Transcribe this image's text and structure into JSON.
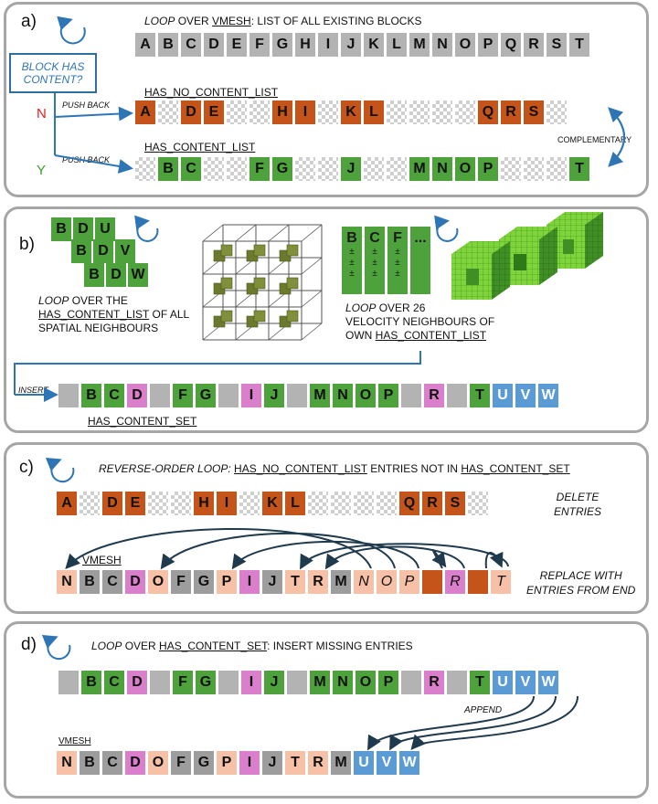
{
  "panel_a": {
    "label": "a)",
    "loop_word": "LOOP",
    "title_mid": " OVER ",
    "title_vmesh": "VMESH",
    "title_rest": ": LIST  OF ALL EXISTING BLOCKS",
    "question": "BLOCK HAS CONTENT?",
    "n_label": "N",
    "y_label": "Y",
    "push_back_1": "PUSH BACK",
    "push_back_2": "PUSH BACK",
    "no_content_list": "HAS_NO_CONTENT_LIST",
    "content_list": "HAS_CONTENT_LIST",
    "complementary": "COMPLEMENTARY",
    "all_blocks": [
      "A",
      "B",
      "C",
      "D",
      "E",
      "F",
      "G",
      "H",
      "I",
      "J",
      "K",
      "L",
      "M",
      "N",
      "O",
      "P",
      "Q",
      "R",
      "S",
      "T"
    ],
    "no_content_cells": [
      "A",
      "",
      "D",
      "E",
      "",
      "",
      "H",
      "I",
      "",
      "K",
      "L",
      "",
      "",
      "",
      "",
      "Q",
      "R",
      "S",
      ""
    ],
    "content_cells": [
      "",
      "B",
      "C",
      "",
      "",
      "F",
      "G",
      "",
      "",
      "J",
      "",
      "",
      "M",
      "N",
      "O",
      "P",
      "",
      "",
      "",
      "T"
    ]
  },
  "panel_b": {
    "label": "b)",
    "stack_rows": [
      [
        "B",
        "D",
        "U"
      ],
      [
        "B",
        "D",
        "V"
      ],
      [
        "B",
        "D",
        "W"
      ]
    ],
    "loop_word": "LOOP",
    "spatial_text_1": " OVER THE",
    "spatial_list": "HAS_CONTENT_LIST",
    "spatial_text_2": " OF ALL",
    "spatial_text_3": "SPATIAL NEIGHBOURS",
    "velocity_cols": [
      "B",
      "C",
      "F",
      "..."
    ],
    "pm": "±",
    "vel_loop_word": "LOOP",
    "vel_text_1": " OVER 26",
    "vel_text_2": "VELOCITY NEIGHBOURS OF",
    "vel_text_3": "OWN ",
    "vel_list": "HAS_CONTENT_LIST",
    "insert": "INSERT",
    "set_cells": [
      "",
      "B",
      "C",
      "D",
      "",
      "F",
      "G",
      "",
      "I",
      "J",
      "",
      "M",
      "N",
      "O",
      "P",
      "",
      "R",
      "",
      "T",
      "U",
      "V",
      "W"
    ],
    "set_label": "HAS_CONTENT_SET"
  },
  "panel_c": {
    "label": "c)",
    "title_it": "REVERSE-ORDER LOOP: ",
    "title_list": "HAS_NO_CONTENT_LIST",
    "title_mid": " ENTRIES NOT IN ",
    "title_set": "HAS_CONTENT_SET",
    "delete_1": "DELETE",
    "delete_2": "ENTRIES",
    "delete_cells": [
      "A",
      "",
      "D",
      "E",
      "",
      "",
      "H",
      "I",
      "",
      "K",
      "L",
      "",
      "",
      "",
      "",
      "Q",
      "R",
      "S",
      ""
    ],
    "vmesh": "VMESH",
    "replace_cells": [
      "N",
      "B",
      "C",
      "D",
      "O",
      "F",
      "G",
      "P",
      "I",
      "J",
      "T",
      "R",
      "M",
      "N",
      "O",
      "P",
      "",
      "R",
      "",
      "T"
    ],
    "replace_1": "REPLACE WITH",
    "replace_2": "ENTRIES FROM END"
  },
  "panel_d": {
    "label": "d)",
    "loop_word": "LOOP",
    "title_mid": " OVER ",
    "title_set": "HAS_CONTENT_SET",
    "title_rest": ": INSERT MISSING ENTRIES",
    "set_cells": [
      "",
      "B",
      "C",
      "D",
      "",
      "F",
      "G",
      "",
      "I",
      "J",
      "",
      "M",
      "N",
      "O",
      "P",
      "",
      "R",
      "",
      "T",
      "U",
      "V",
      "W"
    ],
    "append": "APPEND",
    "vmesh": "VMESH",
    "final_cells": [
      "N",
      "B",
      "C",
      "D",
      "O",
      "F",
      "G",
      "P",
      "I",
      "J",
      "T",
      "R",
      "M",
      "U",
      "V",
      "W"
    ]
  }
}
